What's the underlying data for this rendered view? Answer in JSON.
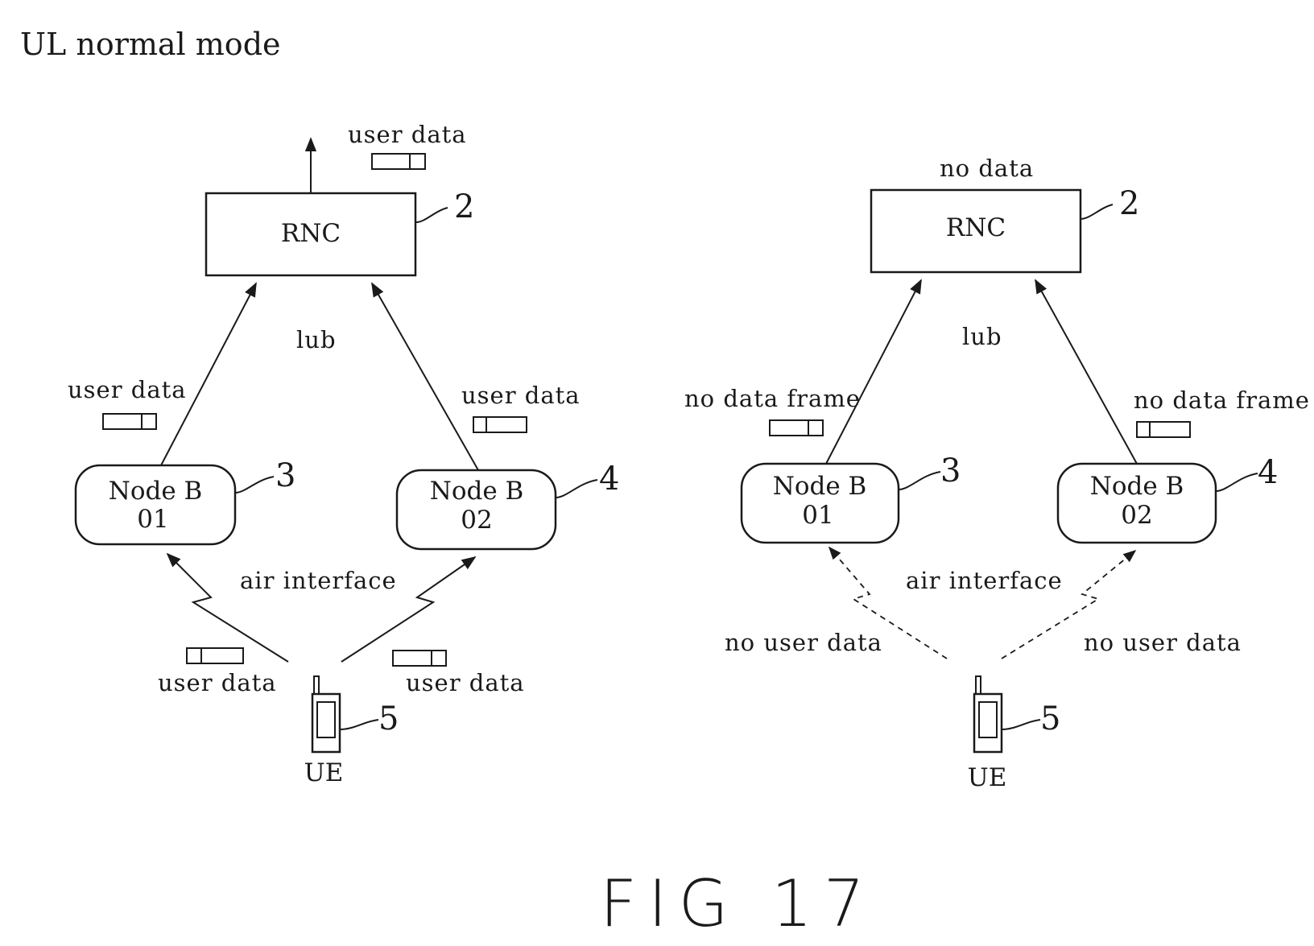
{
  "title": "UL normal mode",
  "left": {
    "rnc": {
      "label": "RNC",
      "ref": "2"
    },
    "top_label": "user data",
    "iub_label": "lub",
    "nodeb1": {
      "line1": "Node B",
      "line2": "01",
      "ref": "3",
      "link_label": "user data"
    },
    "nodeb2": {
      "line1": "Node B",
      "line2": "02",
      "ref": "4",
      "link_label": "user data"
    },
    "air_label": "air interface",
    "ue_link1_label": "user data",
    "ue_link2_label": "user data",
    "ue": {
      "label": "UE",
      "ref": "5"
    }
  },
  "right": {
    "rnc": {
      "label": "RNC",
      "ref": "2"
    },
    "top_label": "no data",
    "iub_label": "lub",
    "nodeb1": {
      "line1": "Node B",
      "line2": "01",
      "ref": "3",
      "link_label": "no data frame"
    },
    "nodeb2": {
      "line1": "Node B",
      "line2": "02",
      "ref": "4",
      "link_label": "no data frame"
    },
    "air_label": "air interface",
    "ue_link1_label": "no user data",
    "ue_link2_label": "no user data",
    "ue": {
      "label": "UE",
      "ref": "5"
    }
  },
  "figure_label": "FIG 17"
}
